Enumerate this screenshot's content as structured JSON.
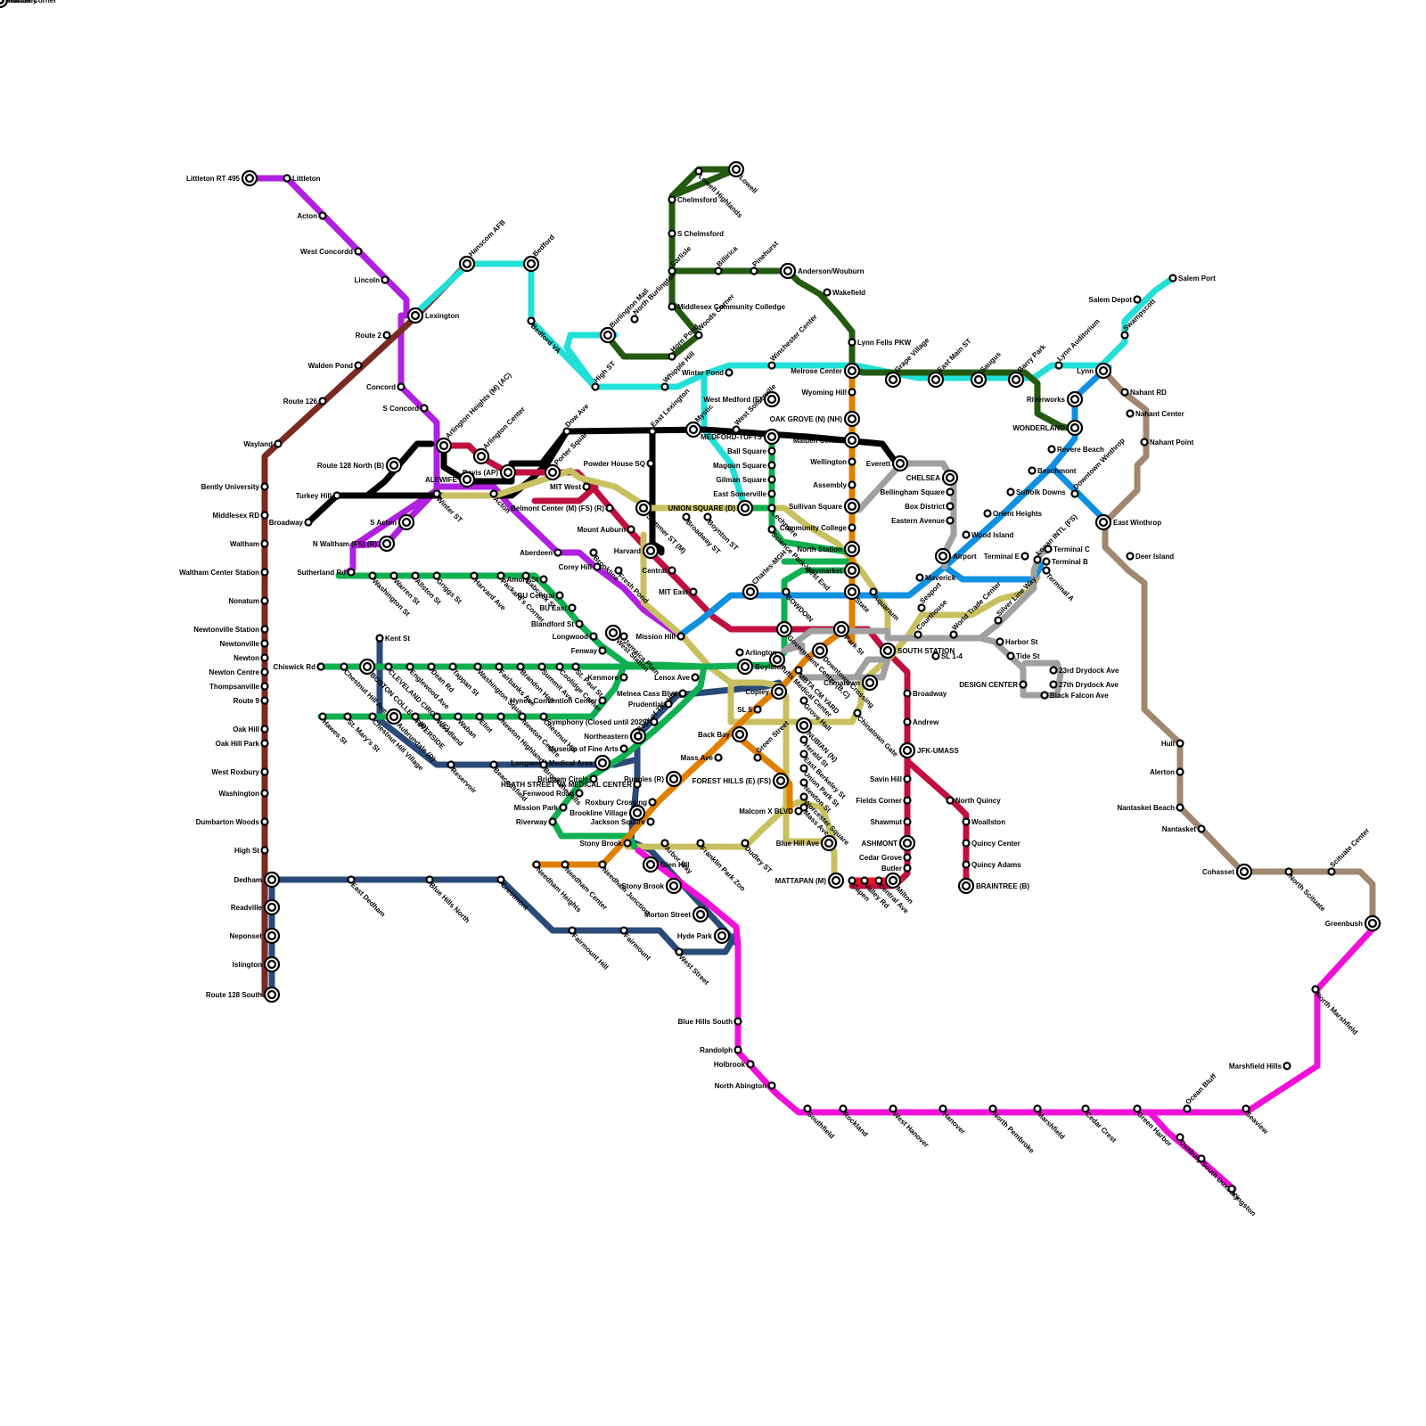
{
  "lines": [
    {
      "id": "purple",
      "color": "#b020e0"
    },
    {
      "id": "maroon",
      "color": "#7a2a22"
    },
    {
      "id": "navy",
      "color": "#2a4a78"
    },
    {
      "id": "cyan",
      "color": "#20e0d8"
    },
    {
      "id": "darkgreen",
      "color": "#245a10"
    },
    {
      "id": "black",
      "color": "#000000"
    },
    {
      "id": "crimson",
      "color": "#c01040"
    },
    {
      "id": "olive",
      "color": "#c8c060"
    },
    {
      "id": "green",
      "color": "#10b050"
    },
    {
      "id": "orange",
      "color": "#e08000"
    },
    {
      "id": "blue",
      "color": "#1090e0"
    },
    {
      "id": "gray",
      "color": "#a0a0a0"
    },
    {
      "id": "magenta",
      "color": "#f010d8"
    },
    {
      "id": "tan",
      "color": "#a08870"
    },
    {
      "id": "red",
      "color": "#ff1020"
    }
  ],
  "stations": [
    {
      "name": "Littleton RT 495",
      "hub": true
    },
    {
      "name": "Littleton"
    },
    {
      "name": "Acton"
    },
    {
      "name": "West Concordd"
    },
    {
      "name": "Lincoln"
    },
    {
      "name": "Route 2"
    },
    {
      "name": "Walden Pond"
    },
    {
      "name": "Route 126"
    },
    {
      "name": "Concord"
    },
    {
      "name": "S Concord"
    },
    {
      "name": "Lexington",
      "hub": true
    },
    {
      "name": "Hanscom AFB",
      "hub": true
    },
    {
      "name": "Bedford",
      "hub": true
    },
    {
      "name": "Bedford VA"
    },
    {
      "name": "Wayland"
    },
    {
      "name": "Bently University"
    },
    {
      "name": "Middlesex RD"
    },
    {
      "name": "Waltham"
    },
    {
      "name": "Waltham Center Station"
    },
    {
      "name": "Nonatum"
    },
    {
      "name": "Newtonville Station"
    },
    {
      "name": "Newtonville"
    },
    {
      "name": "Newton"
    },
    {
      "name": "Newton Centre"
    },
    {
      "name": "Thompsanville"
    },
    {
      "name": "Route 9"
    },
    {
      "name": "Oak Hill"
    },
    {
      "name": "Oak Hill Park"
    },
    {
      "name": "West Roxbury"
    },
    {
      "name": "Washington"
    },
    {
      "name": "Dumbarton Woods"
    },
    {
      "name": "High St"
    },
    {
      "name": "Dedham",
      "hub": true
    },
    {
      "name": "Readville",
      "hub": true
    },
    {
      "name": "Neponset",
      "hub": true
    },
    {
      "name": "Islington",
      "hub": true
    },
    {
      "name": "Route 128 South",
      "hub": true
    },
    {
      "name": "East Dedham"
    },
    {
      "name": "Blue Hills North"
    },
    {
      "name": "Crestmont"
    },
    {
      "name": "Fairmount Hill"
    },
    {
      "name": "Fairmount"
    },
    {
      "name": "West Street"
    },
    {
      "name": "Hyde Park",
      "hub": true
    },
    {
      "name": "Morton Street",
      "hub": true
    },
    {
      "name": "Stony Brook",
      "hub": true
    },
    {
      "name": "Glen Hill",
      "hub": true
    },
    {
      "name": "Needham Heights"
    },
    {
      "name": "Needham Center"
    },
    {
      "name": "Needham Junction"
    },
    {
      "name": "Arbor Way"
    },
    {
      "name": "Franklin Park Zoo"
    },
    {
      "name": "Dudley ST"
    },
    {
      "name": "Blue Hill Ave",
      "hub": true
    },
    {
      "name": "MATTAPAN (M)",
      "hub": true
    },
    {
      "name": "Capen"
    },
    {
      "name": "Valley Rd"
    },
    {
      "name": "Central Ave"
    },
    {
      "name": "Milton",
      "hub": true
    },
    {
      "name": "Butler"
    },
    {
      "name": "Cedar Grove"
    },
    {
      "name": "ASHMONT",
      "hub": true
    },
    {
      "name": "Shawmut"
    },
    {
      "name": "Fields Corner"
    },
    {
      "name": "Savin Hill"
    },
    {
      "name": "JFK-UMASS",
      "hub": true
    },
    {
      "name": "Andrew"
    },
    {
      "name": "Broadway"
    },
    {
      "name": "North Quincy"
    },
    {
      "name": "Woallston"
    },
    {
      "name": "Quincy Center"
    },
    {
      "name": "Quincy Adams"
    },
    {
      "name": "BRAINTREE (B)",
      "hub": true
    },
    {
      "name": "Blue Hills South"
    },
    {
      "name": "Randolph"
    },
    {
      "name": "Holbrook"
    },
    {
      "name": "North Abington"
    },
    {
      "name": "Southfield"
    },
    {
      "name": "Rockland"
    },
    {
      "name": "West Hanover"
    },
    {
      "name": "Hanover"
    },
    {
      "name": "North Pembroke"
    },
    {
      "name": "Marshfield"
    },
    {
      "name": "Cedar Crest"
    },
    {
      "name": "Green Harbor"
    },
    {
      "name": "Ocean Bluff"
    },
    {
      "name": "Seaview"
    },
    {
      "name": "Duxbury"
    },
    {
      "name": "South Duxbury"
    },
    {
      "name": "Kingston"
    },
    {
      "name": "Marshfield Hills"
    },
    {
      "name": "North Marshfield"
    },
    {
      "name": "Greenbush",
      "hub": true
    },
    {
      "name": "Scituate Center"
    },
    {
      "name": "North Scituate"
    },
    {
      "name": "Cohasset",
      "hub": true
    },
    {
      "name": "Nantasket"
    },
    {
      "name": "Nantasket Beach"
    },
    {
      "name": "Alerton"
    },
    {
      "name": "Hull"
    },
    {
      "name": "Deer Island"
    },
    {
      "name": "East Winthrop",
      "hub": true
    },
    {
      "name": "Downtown Winthrop"
    },
    {
      "name": "Nahant Point"
    },
    {
      "name": "Nahant Center"
    },
    {
      "name": "Nahant RD"
    },
    {
      "name": "Lynn",
      "hub": true
    },
    {
      "name": "Lynn Auditorium"
    },
    {
      "name": "Swampscott"
    },
    {
      "name": "Salem Depot"
    },
    {
      "name": "Salem Port"
    },
    {
      "name": "Riverworks",
      "hub": true
    },
    {
      "name": "WONDERLAND",
      "hub": true
    },
    {
      "name": "Revere Beach"
    },
    {
      "name": "Beachmont"
    },
    {
      "name": "Suffolk Downs"
    },
    {
      "name": "Orient Heights"
    },
    {
      "name": "Wood Island"
    },
    {
      "name": "Airport",
      "hub": true
    },
    {
      "name": "Logan INTL (FS)"
    },
    {
      "name": "Terminal E"
    },
    {
      "name": "Terminal C"
    },
    {
      "name": "Terminal B"
    },
    {
      "name": "Terminal A"
    },
    {
      "name": "Silver Line Way"
    },
    {
      "name": "Harbor St"
    },
    {
      "name": "Tide St"
    },
    {
      "name": "23rd Drydock Ave"
    },
    {
      "name": "27th Drydock Ave"
    },
    {
      "name": "Black Falcon Ave"
    },
    {
      "name": "DESIGN CENTER"
    },
    {
      "name": "World Trade Center"
    },
    {
      "name": "Courthouse"
    },
    {
      "name": "SOUTH STATION",
      "hub": true
    },
    {
      "name": "SL 1-4"
    },
    {
      "name": "Seaport"
    },
    {
      "name": "Maverick"
    },
    {
      "name": "Aquarium"
    },
    {
      "name": "State",
      "hub": true
    },
    {
      "name": "Haymarket",
      "hub": true
    },
    {
      "name": "North Station",
      "hub": true
    },
    {
      "name": "Community College"
    },
    {
      "name": "Sullivan Square",
      "hub": true
    },
    {
      "name": "Assembly"
    },
    {
      "name": "Wellington"
    },
    {
      "name": "Malden Center",
      "hub": true
    },
    {
      "name": "OAK GROVE (N) (NH)",
      "hub": true
    },
    {
      "name": "Wyoming Hill"
    },
    {
      "name": "Melrose Center",
      "hub": true
    },
    {
      "name": "Lynn Fells PKW"
    },
    {
      "name": "Wakefield"
    },
    {
      "name": "Anderson/Wouburn",
      "hub": true
    },
    {
      "name": "Pinehurst"
    },
    {
      "name": "Billirica"
    },
    {
      "name": "Carlisle"
    },
    {
      "name": "Chelmsford"
    },
    {
      "name": "Lowell Highlands"
    },
    {
      "name": "Lowell",
      "hub": true
    },
    {
      "name": "S Chelmsford"
    },
    {
      "name": "North Burlington"
    },
    {
      "name": "Middlesex Community Colledge"
    },
    {
      "name": "Woods Corner"
    },
    {
      "name": "Horn Pond"
    },
    {
      "name": "Burlington Mall",
      "hub": true
    },
    {
      "name": "High ST"
    },
    {
      "name": "Whipple Hill"
    },
    {
      "name": "Winter Pond"
    },
    {
      "name": "Winchester Center"
    },
    {
      "name": "Grape Village",
      "hub": true
    },
    {
      "name": "East Main ST",
      "hub": true
    },
    {
      "name": "Saugus",
      "hub": true
    },
    {
      "name": "Barry Park",
      "hub": true
    },
    {
      "name": "Everett",
      "hub": true
    },
    {
      "name": "CHELSEA",
      "hub": true
    },
    {
      "name": "Bellingham Square"
    },
    {
      "name": "Box District"
    },
    {
      "name": "Eastern Avenue"
    },
    {
      "name": "West Medford (E)",
      "hub": true
    },
    {
      "name": "Mystic",
      "hub": true
    },
    {
      "name": "MEDFORD-TUFTS",
      "hub": true
    },
    {
      "name": "West Somerville"
    },
    {
      "name": "Ball Square"
    },
    {
      "name": "Magoun Square"
    },
    {
      "name": "Gilman Square"
    },
    {
      "name": "East Somerville"
    },
    {
      "name": "Lechmere"
    },
    {
      "name": "Science Park-West End"
    },
    {
      "name": "UNION SQUARE (D)",
      "hub": true
    },
    {
      "name": "Boynton ST"
    },
    {
      "name": "Broadway ST"
    },
    {
      "name": "Powder House SQ"
    },
    {
      "name": "Summer ST (M)",
      "hub": true
    },
    {
      "name": "Harvard",
      "hub": true
    },
    {
      "name": "Central"
    },
    {
      "name": "MIT East"
    },
    {
      "name": "Charles-MGH",
      "hub": true
    },
    {
      "name": "BOWDOIN"
    },
    {
      "name": "Government Center (B,C)",
      "hub": true
    },
    {
      "name": "Park St",
      "hub": true
    },
    {
      "name": "Downtown Crossing",
      "hub": true
    },
    {
      "name": "Chinatown",
      "hub": true
    },
    {
      "name": "Chinatown Gate"
    },
    {
      "name": "MBTA CM YARD"
    },
    {
      "name": "Tufts Medical Center",
      "hub": true
    },
    {
      "name": "Boylston",
      "hub": true
    },
    {
      "name": "Arlington"
    },
    {
      "name": "Copley",
      "hub": true
    },
    {
      "name": "SL 5"
    },
    {
      "name": "Back Bay",
      "hub": true
    },
    {
      "name": "Mass Ave"
    },
    {
      "name": "Ruggles (R)",
      "hub": true
    },
    {
      "name": "Roxbury Crossing"
    },
    {
      "name": "Jackson Square"
    },
    {
      "name": "Stony Brook"
    },
    {
      "name": "Green Street"
    },
    {
      "name": "FOREST HILLS (E) (FS)",
      "hub": true
    },
    {
      "name": "Malcom X BLVD"
    },
    {
      "name": "Grove Hall"
    },
    {
      "name": "NUBIAN (N)",
      "hub": true
    },
    {
      "name": "Herald St"
    },
    {
      "name": "East Berkeley St"
    },
    {
      "name": "Union Park St"
    },
    {
      "name": "Newton St"
    },
    {
      "name": "Worcester Square"
    },
    {
      "name": "Mass Ave"
    },
    {
      "name": "Lenox Ave"
    },
    {
      "name": "Melnea Cass Blvd"
    },
    {
      "name": "Prudential"
    },
    {
      "name": "Symphony (Closed until 2029)"
    },
    {
      "name": "Northeastern",
      "hub": true
    },
    {
      "name": "Museum of Fine Arts"
    },
    {
      "name": "Longwood Medical Area",
      "hub": true
    },
    {
      "name": "Brigham Circle"
    },
    {
      "name": "Fenwood Road"
    },
    {
      "name": "Mission Park"
    },
    {
      "name": "Riverway"
    },
    {
      "name": "Back of The Hill"
    },
    {
      "name": "HEATH STREET VA MEDICAL CENTER"
    },
    {
      "name": "Brookline Village",
      "hub": true
    },
    {
      "name": "Mission Hill"
    },
    {
      "name": "Jamaica Plain"
    },
    {
      "name": "West Station",
      "hub": true
    },
    {
      "name": "Kenmore"
    },
    {
      "name": "Hynes Convention Center"
    },
    {
      "name": "Fenway"
    },
    {
      "name": "Longwood"
    },
    {
      "name": "Blandford St"
    },
    {
      "name": "BU East"
    },
    {
      "name": "BU Central"
    },
    {
      "name": "Amory St"
    },
    {
      "name": "Babcock St"
    },
    {
      "name": "Packard's Corner"
    },
    {
      "name": "Harvard Ave"
    },
    {
      "name": "Griggs St"
    },
    {
      "name": "Allston St"
    },
    {
      "name": "Warren St"
    },
    {
      "name": "Washington St"
    },
    {
      "name": "Sutherland Rd"
    },
    {
      "name": "Chiswick Rd"
    },
    {
      "name": "Chestnut Hill Ave"
    },
    {
      "name": "BOSTON COLLEGE (B)",
      "hub": true
    },
    {
      "name": "CLEVELAND CIRCLE (C)"
    },
    {
      "name": "Englewood Ave"
    },
    {
      "name": "Dean Rd"
    },
    {
      "name": "Tappan St"
    },
    {
      "name": "Washington Square"
    },
    {
      "name": "Fairbanks Ave"
    },
    {
      "name": "Brandon Hall"
    },
    {
      "name": "Summit Ave"
    },
    {
      "name": "Coolidge Corner"
    },
    {
      "name": "St. Paul St"
    },
    {
      "name": "Kent St"
    },
    {
      "name": "Hawes St"
    },
    {
      "name": "St. Mary's St"
    },
    {
      "name": "Chestnut Hill Village"
    },
    {
      "name": "Aubrundale (D)",
      "hub": true
    },
    {
      "name": "RIVERSIDE"
    },
    {
      "name": "Woodland"
    },
    {
      "name": "Waban"
    },
    {
      "name": "Eliot"
    },
    {
      "name": "Newton Highlands"
    },
    {
      "name": "Newton Centre"
    },
    {
      "name": "Chestnut Hill"
    },
    {
      "name": "Reservoir"
    },
    {
      "name": "Beaconsfield"
    },
    {
      "name": "Brookline Hills"
    },
    {
      "name": "Aberdeen"
    },
    {
      "name": "Corey Hill"
    },
    {
      "name": "Brookline"
    },
    {
      "name": "Fresh Pond"
    },
    {
      "name": "Mount Auburn"
    },
    {
      "name": "Belmont Center (M) (FS) (R)"
    },
    {
      "name": "MIT West"
    },
    {
      "name": "Porter Square",
      "hub": true
    },
    {
      "name": "Davis (AP)",
      "hub": true
    },
    {
      "name": "ALEWIFE",
      "hub": true
    },
    {
      "name": "Arlington Center",
      "hub": true
    },
    {
      "name": "Arlington Heights (M) (AC)",
      "hub": true
    },
    {
      "name": "Dow Ave"
    },
    {
      "name": "East Lexington"
    },
    {
      "name": "Route 128 North (B)",
      "hub": true
    },
    {
      "name": "Turkey Hill"
    },
    {
      "name": "Broadway"
    },
    {
      "name": "Winter ST"
    },
    {
      "name": "Acton"
    },
    {
      "name": "S Acton",
      "hub": true
    },
    {
      "name": "N Waltham (FS) (R)",
      "hub": true
    },
    {
      "name": "Waverly",
      "hub": true
    },
    {
      "name": "Newton"
    },
    {
      "name": "Newton Corner"
    }
  ]
}
